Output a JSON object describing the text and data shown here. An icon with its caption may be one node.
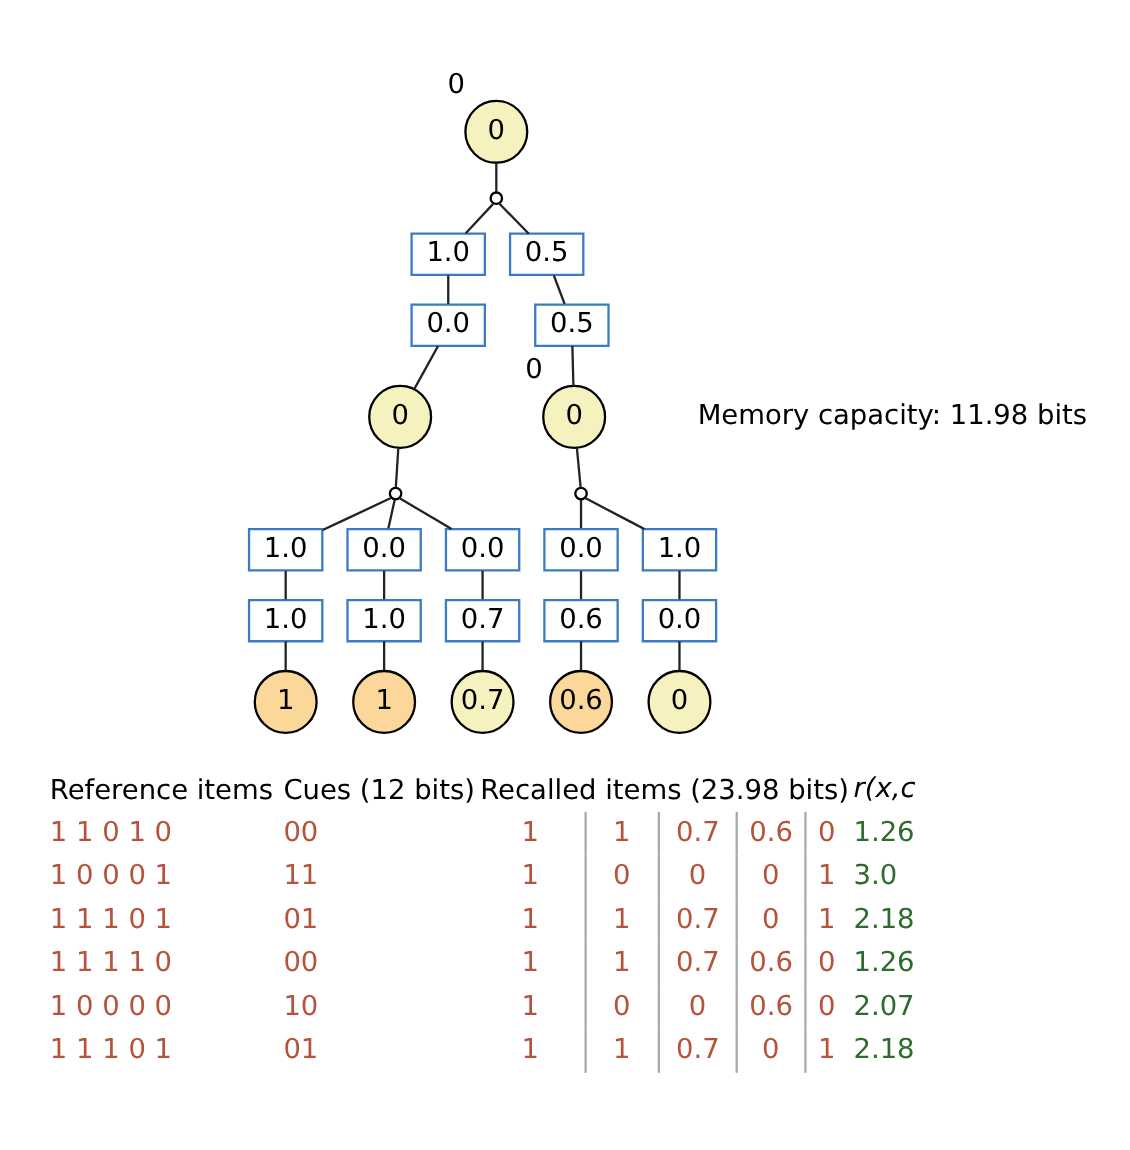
{
  "diagram": {
    "nodes": [
      {
        "text": [
          "0"
        ],
        "beside": [
          "0"
        ]
      },
      {
        "text": [],
        "shape": "circle"
      },
      {
        "text": [
          "1.0"
        ]
      },
      {
        "text": [
          "0.0"
        ]
      },
      {
        "text": [
          "0.5"
        ]
      },
      {
        "text": [
          "0.5"
        ]
      },
      {
        "text": [
          "0"
        ]
      },
      {
        "text": [
          "0"
        ],
        "beside": [
          "0"
        ]
      },
      {
        "text": [],
        "shape": "circle"
      },
      {
        "text": [],
        "shape": "circle"
      },
      {
        "text": [
          "1.0"
        ]
      },
      {
        "text": [
          "1.0"
        ]
      },
      {
        "text": [
          "0.0"
        ]
      },
      {
        "text": [
          "1.0"
        ]
      },
      {
        "text": [
          "0.0"
        ]
      },
      {
        "text": [
          "0.7"
        ]
      },
      {
        "text": [
          "0.0"
        ]
      },
      {
        "text": [
          "0.6"
        ]
      },
      {
        "text": [
          "1.0"
        ]
      },
      {
        "text": [
          "0.0"
        ]
      },
      {
        "text": [
          "1"
        ]
      },
      {
        "text": [
          "1"
        ]
      },
      {
        "text": [
          "0.7"
        ]
      },
      {
        "text": [
          "0.6"
        ]
      },
      {
        "text": [
          "0"
        ]
      }
    ],
    "edges": [
      {
        "from": 0,
        "to": 1,
        "arrow": "none"
      },
      {
        "from": 1,
        "to": 2,
        "arrow": "none"
      },
      {
        "from": 2,
        "to": 3,
        "arrow": "none"
      },
      {
        "from": 3,
        "to": 6,
        "arrow": "none"
      },
      {
        "from": 1,
        "to": 4,
        "arrow": "none"
      },
      {
        "from": 4,
        "to": 5,
        "arrow": "none"
      },
      {
        "from": 5,
        "to": 7,
        "arrow": "none"
      },
      {
        "from": 6,
        "to": 8,
        "arrow": "none"
      },
      {
        "from": 7,
        "to": 9,
        "arrow": "none"
      },
      {
        "from": 8,
        "to": 10,
        "arrow": "none"
      },
      {
        "from": 10,
        "to": 11,
        "arrow": "none"
      },
      {
        "from": 11,
        "to": 20,
        "arrow": "none"
      },
      {
        "from": 8,
        "to": 12,
        "arrow": "none"
      },
      {
        "from": 12,
        "to": 13,
        "arrow": "none"
      },
      {
        "from": 13,
        "to": 21,
        "arrow": "none"
      },
      {
        "from": 8,
        "to": 14,
        "arrow": "none"
      },
      {
        "from": 14,
        "to": 15,
        "arrow": "none"
      },
      {
        "from": 15,
        "to": 22,
        "arrow": "none"
      },
      {
        "from": 9,
        "to": 16,
        "arrow": "none"
      },
      {
        "from": 16,
        "to": 17,
        "arrow": "none"
      },
      {
        "from": 17,
        "to": 23,
        "arrow": "none"
      },
      {
        "from": 9,
        "to": 18,
        "arrow": "none"
      },
      {
        "from": 18,
        "to": 19,
        "arrow": "none"
      },
      {
        "from": 19,
        "to": 24,
        "arrow": "none"
      }
    ],
    "labels": [
      "Memory capacity: 11.98 bits",
      "Reference items",
      "Cues (12 bits)",
      "Recalled items (23.98 bits)",
      "r(x,c",
      "1 1 0 1 0",
      "00",
      "1",
      "1",
      "0.7",
      "0.6",
      "0",
      "1.26",
      "1 0 0 0 1",
      "11",
      "1",
      "0",
      "0",
      "0",
      "1",
      "3.0",
      "1 1 1 0 1",
      "01",
      "1",
      "1",
      "0.7",
      "0",
      "1",
      "2.18",
      "1 1 1 1 0",
      "00",
      "1",
      "1",
      "0.7",
      "0.6",
      "0",
      "1.26",
      "1 0 0 0 0",
      "10",
      "1",
      "0",
      "0",
      "0.6",
      "0",
      "2.07",
      "1 1 1 0 1",
      "01",
      "1",
      "1",
      "0.7",
      "0",
      "1",
      "2.18"
    ]
  }
}
